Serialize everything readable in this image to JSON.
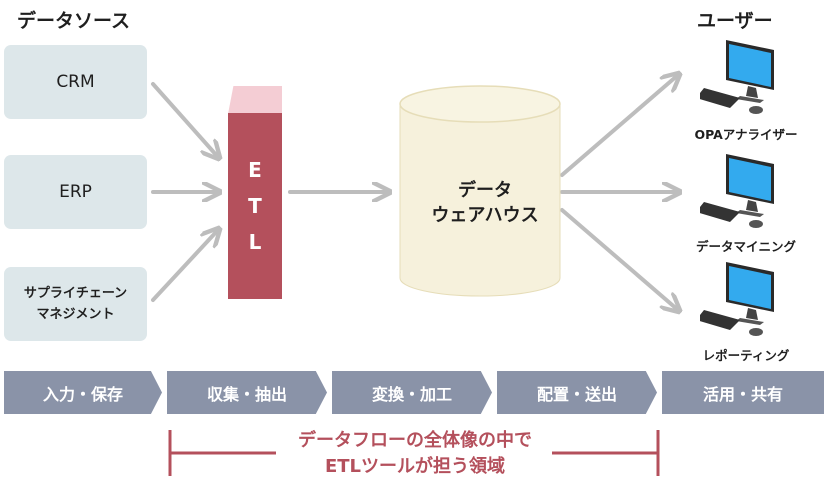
{
  "headings": {
    "sources": "データソース",
    "users": "ユーザー"
  },
  "sources": [
    {
      "label": "CRM"
    },
    {
      "label": "ERP"
    },
    {
      "label_line1": "サプライチェーン",
      "label_line2": "マネジメント"
    }
  ],
  "etl": {
    "letters": [
      "E",
      "T",
      "L"
    ]
  },
  "warehouse": {
    "line1": "データ",
    "line2": "ウェアハウス"
  },
  "users": [
    {
      "label": "OPAアナライザー"
    },
    {
      "label": "データマイニング"
    },
    {
      "label": "レポーティング"
    }
  ],
  "steps": [
    {
      "label": "入力・保存"
    },
    {
      "label": "収集・抽出"
    },
    {
      "label": "変換・加工"
    },
    {
      "label": "配置・送出"
    },
    {
      "label": "活用・共有"
    }
  ],
  "scope": {
    "line1": "データフローの全体像の中で",
    "line2": "ETLツールが担う領域"
  },
  "colors": {
    "source_box": "#dde7ea",
    "etl_body": "#b4505c",
    "etl_top": "#f4cdd4",
    "warehouse_fill": "#f6f1dc",
    "warehouse_stroke": "#e6ddb8",
    "arrow": "#bdbdbd",
    "step_bar": "#8a93a8",
    "accent": "#b4505c",
    "monitor_screen": "#33aaee"
  }
}
